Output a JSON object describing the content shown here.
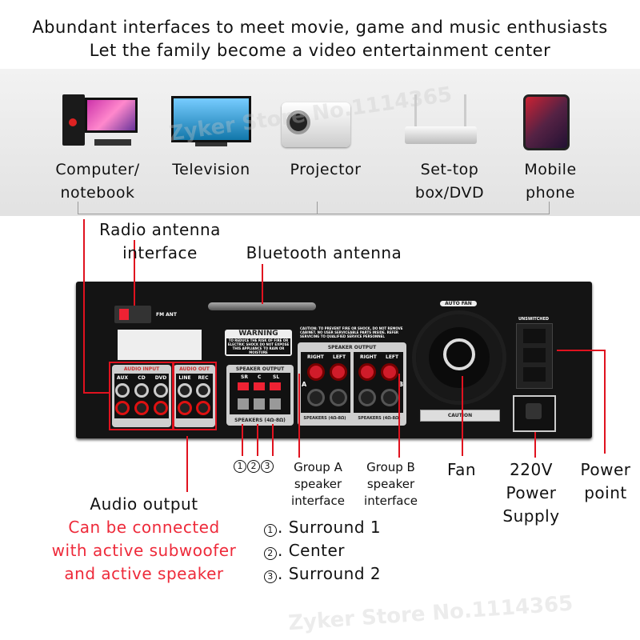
{
  "heading": {
    "line1": "Abundant interfaces to meet movie, game and music enthusiasts",
    "line2": "Let the family become a video entertainment center"
  },
  "devices": [
    {
      "line1": "Computer/",
      "line2": "notebook",
      "icon": "computer-icon"
    },
    {
      "line1": "Television",
      "line2": "",
      "icon": "tv-icon"
    },
    {
      "line1": "Projector",
      "line2": "",
      "icon": "projector-icon"
    },
    {
      "line1": "Set-top",
      "line2": "box/DVD",
      "icon": "router-icon"
    },
    {
      "line1": "Mobile",
      "line2": "phone",
      "icon": "phone-icon"
    }
  ],
  "callouts": {
    "radio_antenna": {
      "line1": "Radio antenna",
      "line2": "interface"
    },
    "bluetooth": "Bluetooth antenna",
    "audio_output": "Audio output",
    "audio_note": [
      "Can be connected",
      "with active subwoofer",
      "and active speaker"
    ],
    "numbers": [
      "1",
      "2",
      "3"
    ],
    "group_a": [
      "Group A",
      "speaker",
      "interface"
    ],
    "group_b": [
      "Group B",
      "speaker",
      "interface"
    ],
    "fan": "Fan",
    "power_supply": [
      "220V",
      "Power",
      "Supply"
    ],
    "power_point": [
      "Power",
      "point"
    ],
    "legend": [
      {
        "n": "1",
        "text": ". Surround 1"
      },
      {
        "n": "2",
        "text": ". Center"
      },
      {
        "n": "3",
        "text": ". Surround 2"
      }
    ]
  },
  "panel": {
    "fm_ant": "FM ANT",
    "audio_input": "AUDIO INPUT",
    "audio_out": "AUDIO OUT",
    "inputs": [
      "AUX",
      "CD",
      "DVD"
    ],
    "outputs": [
      "LINE",
      "REC"
    ],
    "warning": "WARNING",
    "warning_text": "TO REDUCE THE RISK OF FIRE OR ELECTRIC SHOCK DO NOT EXPOSE THIS APPLIANCE TO RAIN OR MOISTURE",
    "speaker_output": "SPEAKER OUTPUT",
    "surround_labels": [
      "SR",
      "C",
      "SL"
    ],
    "speakers_ohm": "SPEAKERS (4Ω-8Ω)",
    "caution_text": "CAUTION: TO PREVENT FIRE OR SHOCK, DO NOT REMOVE CABINET. NO USER SERVICEABLE PARTS INSIDE. REFER SERVICING TO QUALIFIED SERVICE PERSONNEL",
    "right": "RIGHT",
    "left": "LEFT",
    "a": "A",
    "b": "B",
    "auto_fan": "AUTO FAN",
    "caution": "CAUTION",
    "unswitched": "UNSWITCHED"
  },
  "watermark": "Zyker Store No.1114365"
}
